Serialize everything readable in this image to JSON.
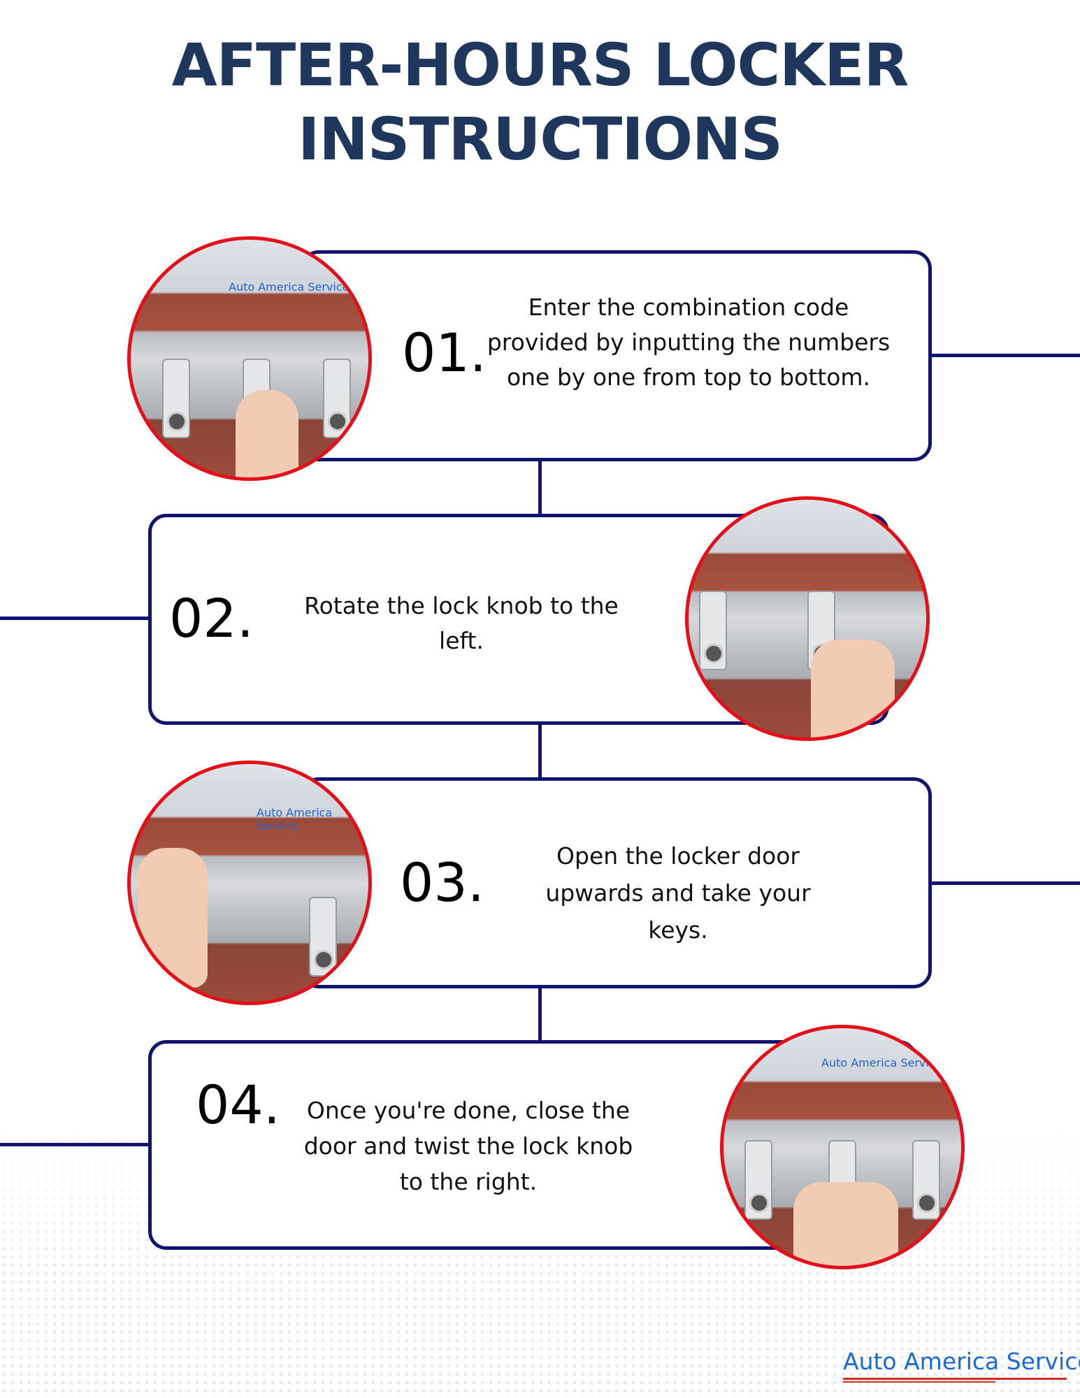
{
  "title": {
    "line1": "AFTER-HOURS LOCKER",
    "line2": "INSTRUCTIONS"
  },
  "steps": [
    {
      "number": "01.",
      "text": "Enter the combination code provided by inputting the numbers one by one from top to bottom."
    },
    {
      "number": "02.",
      "text": "Rotate the lock knob to the left."
    },
    {
      "number": "03.",
      "text": "Open the locker door upwards and take your keys."
    },
    {
      "number": "04.",
      "text": "Once you're done, close the door and twist the lock knob to the right."
    }
  ],
  "photo_sign": "Auto America Service",
  "logo": {
    "text": "Auto America Service"
  },
  "colors": {
    "title": "#1f375c",
    "frame": "#12136e",
    "photo_border": "#e3101a",
    "logo_blue": "#1a6ad6",
    "logo_red": "#d52b25"
  }
}
